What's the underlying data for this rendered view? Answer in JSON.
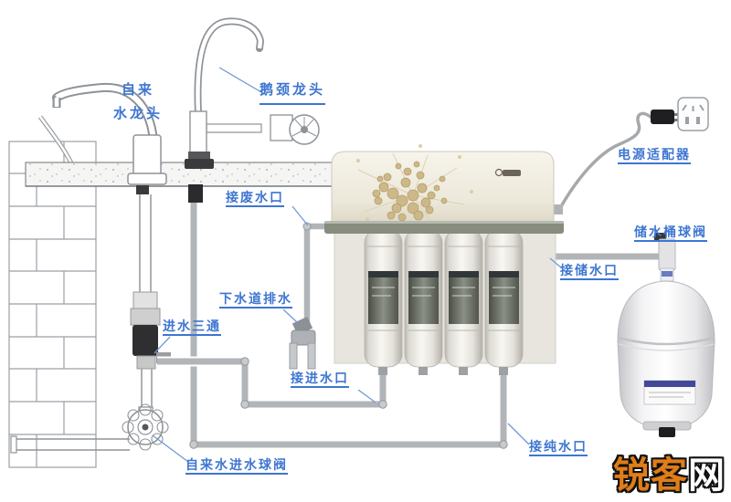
{
  "labels": {
    "tap_faucet_line1": "自来",
    "tap_faucet_line2": "水龙头",
    "gooseneck_faucet": "鹅颈龙头",
    "waste_water_port": "接废水口",
    "sewer_drain": "下水道排水",
    "inlet_tee": "进水三通",
    "tap_water_inlet_ball_valve": "自来水进水球阀",
    "inlet_water_port": "接进水口",
    "pure_water_port": "接纯水口",
    "power_adapter": "电源适配器",
    "storage_tank_ball_valve": "储水桶球阀",
    "storage_water_port": "接储水口"
  },
  "watermark": {
    "text": "锐客网",
    "part1": "锐客",
    "part2": "网"
  },
  "colors": {
    "label_blue": "#3e76d1",
    "pipe_gray": "#b2b5b8",
    "watermark_orange": "#df7d18",
    "housing_cream": "#efecdf",
    "band_olive": "#878c7e"
  }
}
